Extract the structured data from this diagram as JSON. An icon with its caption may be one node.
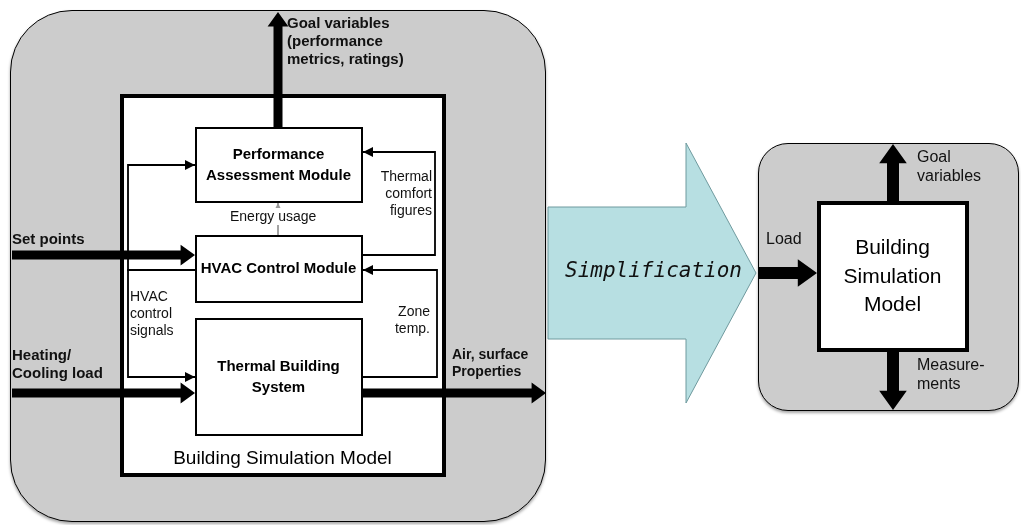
{
  "diagram": {
    "nodes": [
      {
        "text": [],
        "shape": "box"
      },
      {
        "text": [
          "Building Simulation Model"
        ],
        "in": 0
      },
      {
        "text": [
          "Performance Assessment Module"
        ],
        "in": 1
      },
      {
        "text": [
          "HVAC Control Module"
        ],
        "in": 1
      },
      {
        "text": [
          "Thermal Building System"
        ],
        "in": 1
      },
      {
        "text": [],
        "shape": "box"
      },
      {
        "text": [
          "Building Simulation Model"
        ],
        "in": 5
      }
    ],
    "edges": [
      {
        "from": 2,
        "to": null,
        "arrow": "to",
        "label": "Goal variables (performance metrics, ratings)",
        "style": "thick"
      },
      {
        "from": null,
        "to": 3,
        "arrow": "to",
        "label": "Set points",
        "style": "thick"
      },
      {
        "from": null,
        "to": 4,
        "arrow": "to",
        "label": "Heating/ Cooling load",
        "style": "thick"
      },
      {
        "from": 4,
        "to": null,
        "arrow": "to",
        "label": "Air, surface Properties",
        "style": "thick"
      },
      {
        "from": 3,
        "to": 2,
        "arrow": "to",
        "label": "Energy usage",
        "color": "#999999"
      },
      {
        "from": 3,
        "to": 2,
        "arrow": "to",
        "label": "Thermal comfort figures"
      },
      {
        "from": 4,
        "to": 3,
        "arrow": "to",
        "label": "Zone temp."
      },
      {
        "from": 3,
        "to": 4,
        "arrow": "to",
        "label": "HVAC control signals"
      },
      {
        "from": 3,
        "to": 2,
        "arrow": "to"
      },
      {
        "from": 0,
        "to": 5,
        "arrow": "to",
        "label": "Simplification",
        "style": "thick",
        "color": "#b7dfe2"
      },
      {
        "from": null,
        "to": 6,
        "arrow": "to",
        "label": "Load",
        "style": "thick"
      },
      {
        "from": 6,
        "to": null,
        "arrow": "to",
        "label": "Goal variables",
        "style": "thick"
      },
      {
        "from": 6,
        "to": null,
        "arrow": "to",
        "label": "Measure- ments",
        "style": "thick"
      }
    ]
  }
}
